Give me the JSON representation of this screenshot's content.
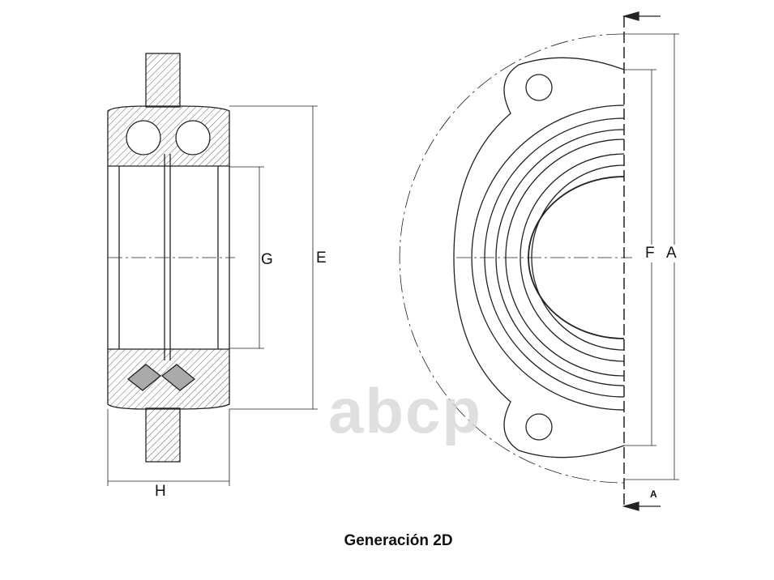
{
  "labels": {
    "g": "G",
    "e": "E",
    "h": "H",
    "f": "F",
    "a": "A",
    "section": "A"
  },
  "caption": "Generación 2D",
  "watermark": "abcp"
}
